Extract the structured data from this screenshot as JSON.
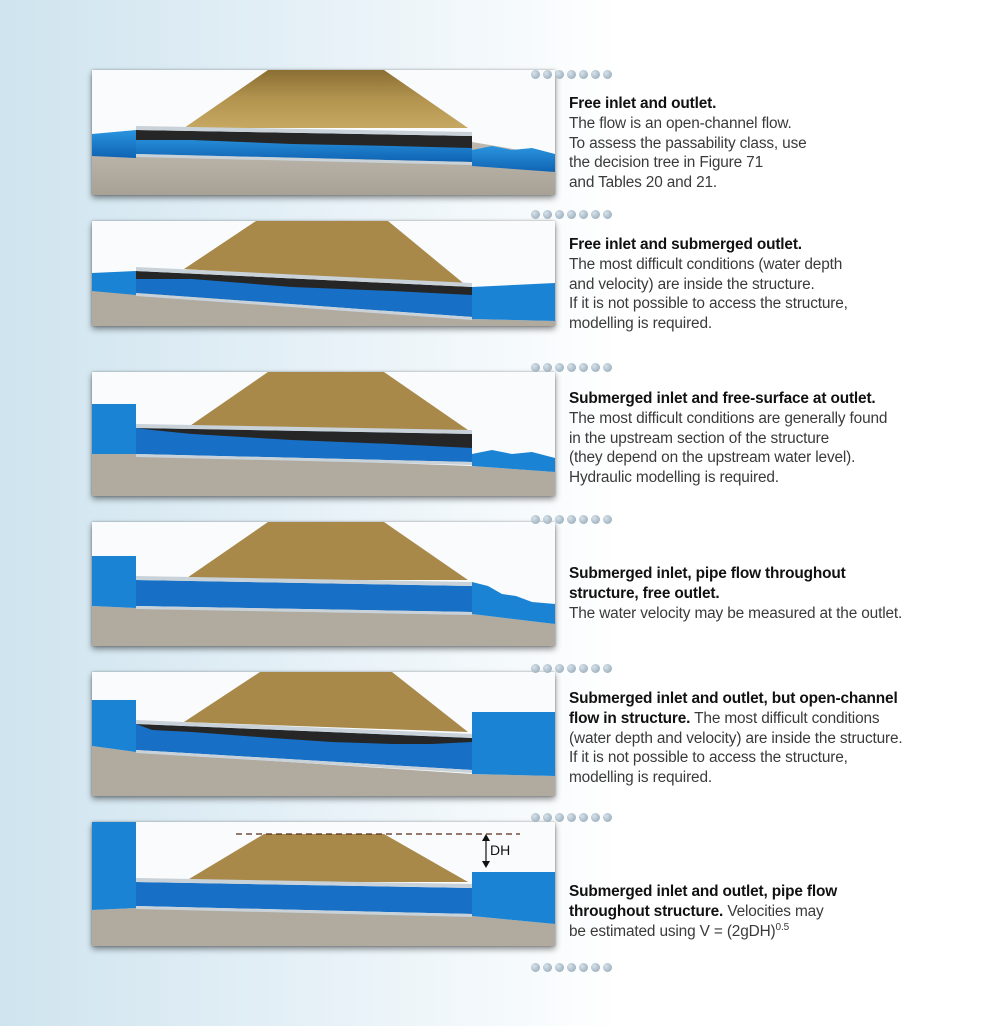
{
  "scenarios": [
    {
      "heading": "Free inlet and outlet.",
      "lines": [
        "The flow is an open-channel flow.",
        "To assess the passability class, use",
        "the decision tree in Figure 71",
        "and Tables 20 and 21."
      ]
    },
    {
      "heading": "Free inlet and submerged outlet.",
      "lines": [
        "The most difficult conditions (water depth",
        "and velocity) are inside the structure.",
        "If it is not possible to access the structure,",
        "modelling is required."
      ]
    },
    {
      "heading": "Submerged inlet and free-surface at outlet.",
      "lines": [
        "The most difficult conditions are generally found",
        "in the upstream section of the structure",
        "(they depend on the upstream water level).",
        "Hydraulic modelling is required."
      ]
    },
    {
      "heading_lines": [
        "Submerged inlet, pipe flow throughout",
        "structure, free outlet."
      ],
      "lines": [
        "The water velocity may be measured at the outlet."
      ]
    },
    {
      "heading_lines": [
        "Submerged inlet and outlet, but open-channel",
        "flow in structure."
      ],
      "inline_text": "The most difficult conditions",
      "lines": [
        "(water depth and velocity) are inside the structure.",
        "If it is not possible to access the structure,",
        "modelling is required."
      ]
    },
    {
      "heading_lines": [
        "Submerged inlet and outlet, pipe flow",
        "throughout structure."
      ],
      "inline_text": "Velocities may",
      "formula_prefix": "be estimated using V = (2gDH)",
      "formula_exponent": "0.5",
      "diagram_label": "DH"
    }
  ],
  "colors": {
    "water": "#1479c9",
    "water_light": "#3aa0e6",
    "embankment": "#a88b4a",
    "ground": "#b3ada2",
    "pipe": "#c9d2d8",
    "air": "#2a2a2a"
  }
}
